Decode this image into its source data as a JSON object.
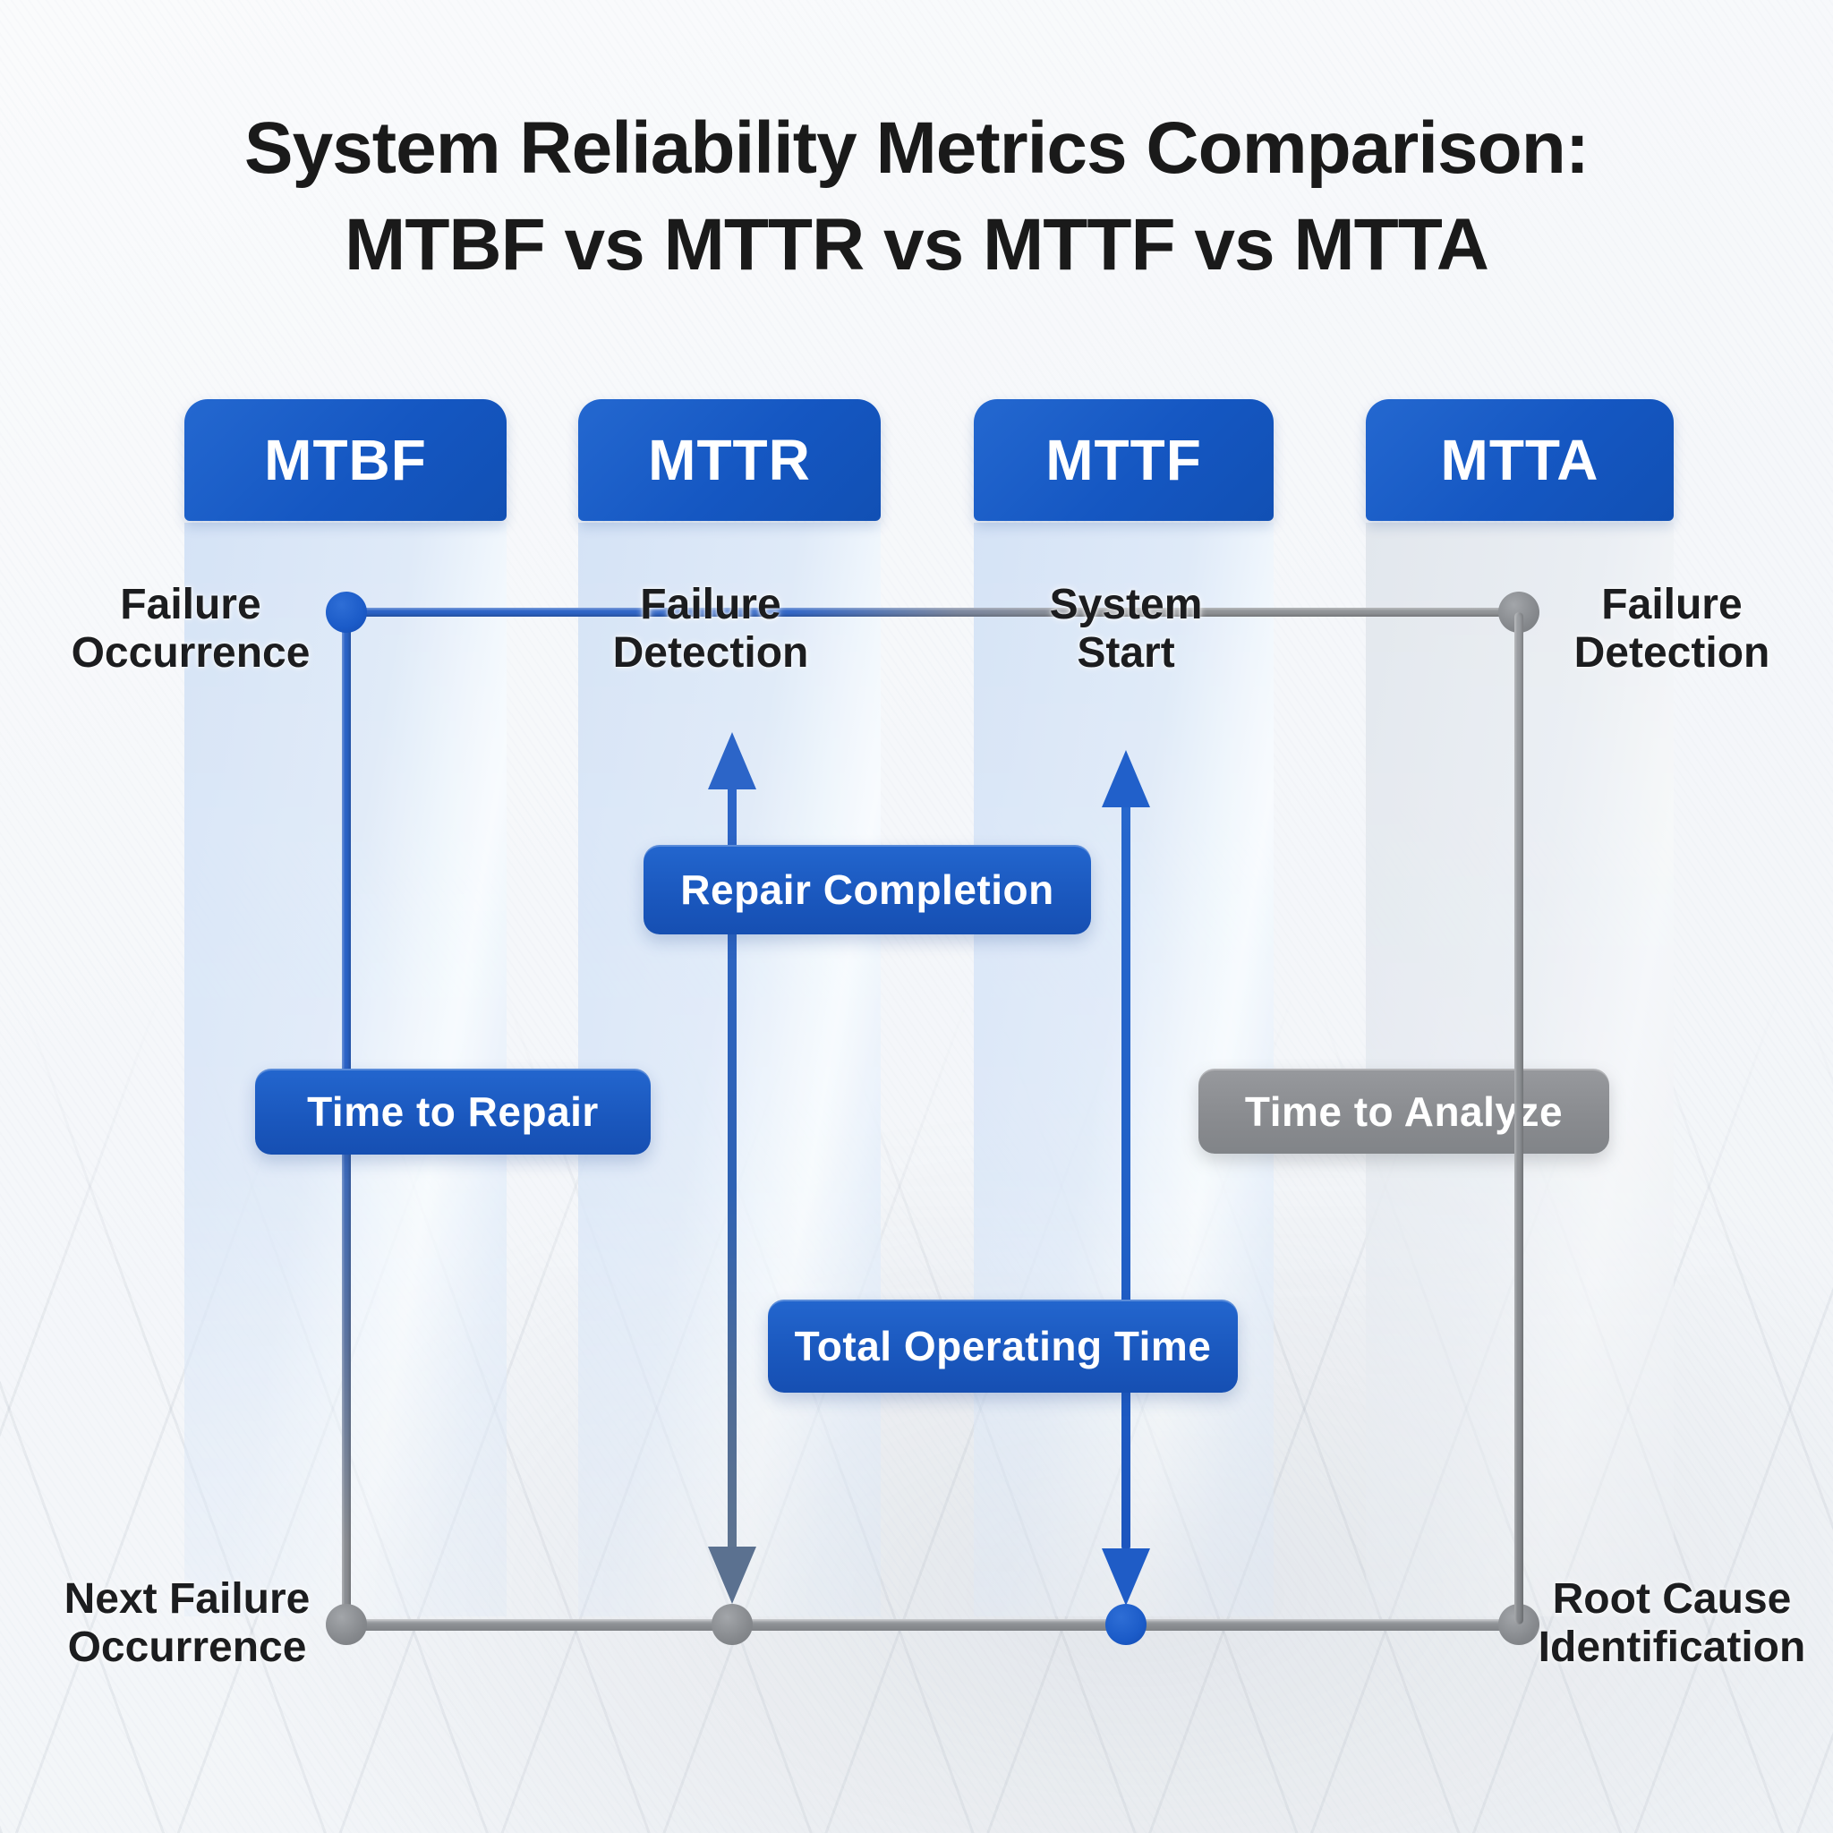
{
  "title": {
    "line1": "System Reliability Metrics Comparison:",
    "line2": "MTBF vs MTTR vs MTTF vs MTTA"
  },
  "headers": [
    {
      "label": "MTBF"
    },
    {
      "label": "MTTR"
    },
    {
      "label": "MTTF"
    },
    {
      "label": "MTTA"
    }
  ],
  "events": {
    "failure_occurrence": {
      "line1": "Failure",
      "line2": "Occurrence"
    },
    "failure_detection_mttr": {
      "line1": "Failure",
      "line2": "Detection"
    },
    "system_start": {
      "line1": "System",
      "line2": "Start"
    },
    "failure_detection_mtta": {
      "line1": "Failure",
      "line2": "Detection"
    },
    "next_failure_occurrence": {
      "line1": "Next Failure",
      "line2": "Occurrence"
    },
    "root_cause_identification": {
      "line1": "Root Cause",
      "line2": "Identification"
    }
  },
  "spans": {
    "repair_completion": "Repair Completion",
    "time_to_repair": "Time to Repair",
    "time_to_analyze": "Time to Analyze",
    "total_operating_time": "Total Operating Time"
  },
  "colors": {
    "header_blue": "#1557c2",
    "span_blue": "#1a57bd",
    "span_gray": "#8a8c90",
    "line_blue": "#2a62c6",
    "line_gray": "#8d9094",
    "column_blue": "#dfeaf8",
    "column_gray": "#eaeef3",
    "text_dark": "#1c1d1f"
  }
}
